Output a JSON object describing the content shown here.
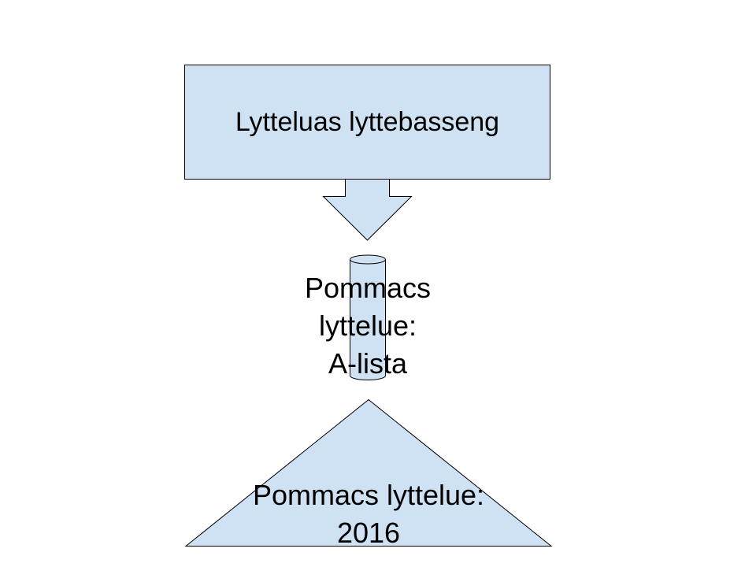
{
  "top_box": {
    "label": "Lytteluas lyttebasseng"
  },
  "cylinder": {
    "line1": "Pommacs",
    "line2": "lyttelue:",
    "line3": "A-lista"
  },
  "triangle": {
    "line1": "Pommacs lyttelue:",
    "line2": "2016"
  },
  "colors": {
    "fill": "#cfe2f3",
    "stroke": "#000000"
  }
}
